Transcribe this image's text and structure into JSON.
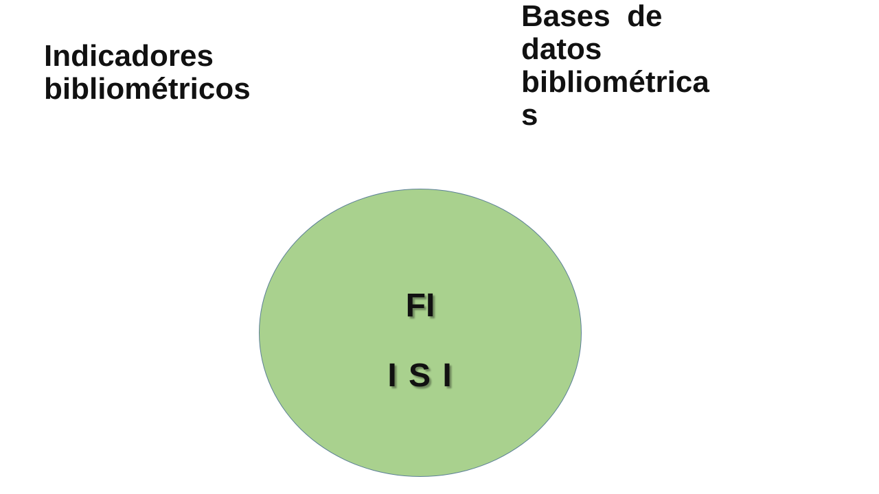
{
  "slide": {
    "left_heading": {
      "lines": [
        "Indicadores",
        "bibliométricos"
      ]
    },
    "right_heading": {
      "lines": [
        "Bases  de",
        "datos",
        "bibliométrica",
        "s"
      ]
    },
    "circle": {
      "fill_color": "#a9d18e",
      "line_1": "FI",
      "line_2": "I S I"
    }
  }
}
